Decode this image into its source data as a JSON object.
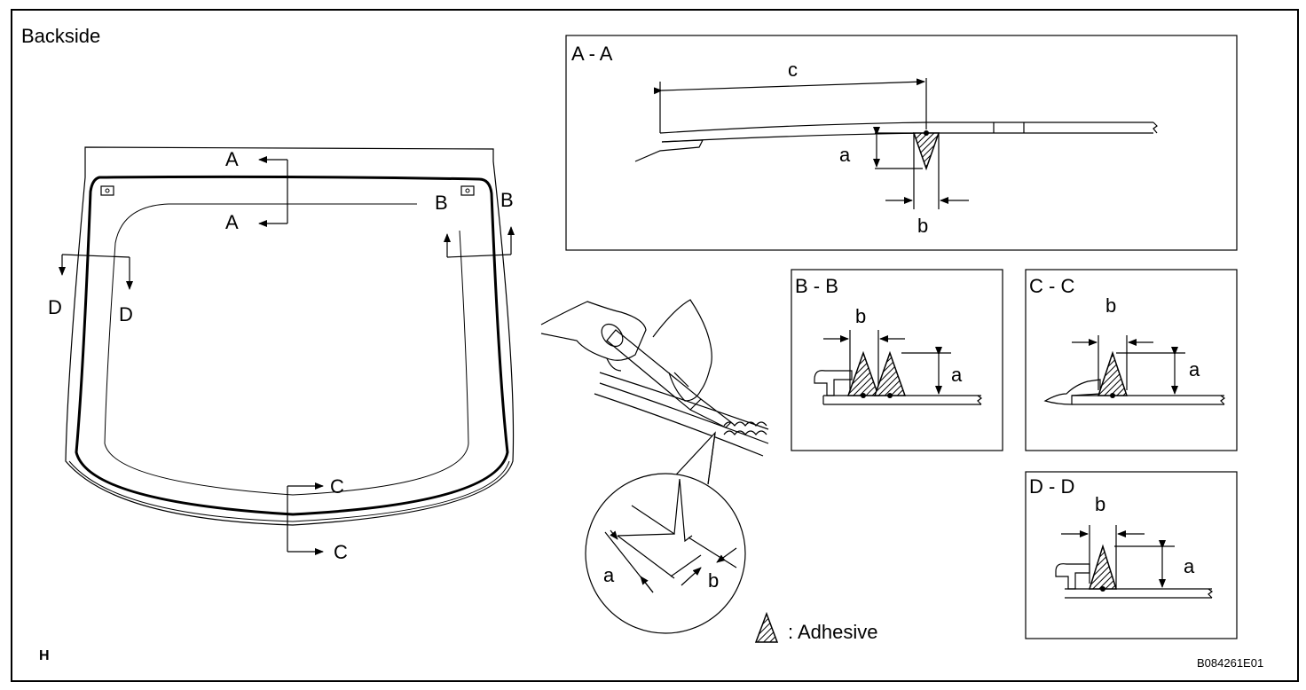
{
  "figure": {
    "main_title": "Backside",
    "corner_code": "H",
    "figure_id": "B084261E01",
    "legend_text": ": Adhesive"
  },
  "main_view": {
    "markers": {
      "A": "A",
      "B": "B",
      "C": "C",
      "D": "D"
    }
  },
  "sections": {
    "aa": {
      "title": "A - A",
      "dims": {
        "a": "a",
        "b": "b",
        "c": "c"
      }
    },
    "bb": {
      "title": "B - B",
      "dims": {
        "a": "a",
        "b": "b"
      }
    },
    "cc": {
      "title": "C - C",
      "dims": {
        "a": "a",
        "b": "b"
      }
    },
    "dd": {
      "title": "D - D",
      "dims": {
        "a": "a",
        "b": "b"
      }
    }
  },
  "magnifier": {
    "dims": {
      "a": "a",
      "b": "b"
    }
  },
  "colors": {
    "ink": "#000000",
    "paper": "#ffffff"
  }
}
